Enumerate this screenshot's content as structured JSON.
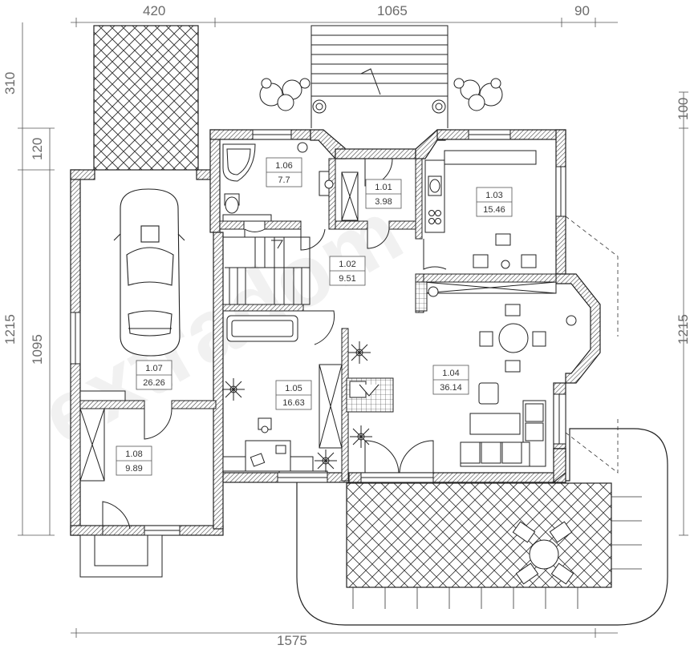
{
  "dimensions": {
    "top_left": "420",
    "top_middle": "1065",
    "top_right": "90",
    "left_upper": "310",
    "left_mid": "120",
    "left_outer": "1215",
    "left_inner": "1095",
    "right_top": "100",
    "right_main": "1215",
    "bottom": "1575"
  },
  "rooms": [
    {
      "id": "1.01",
      "area": "3.98"
    },
    {
      "id": "1.02",
      "area": "9.51"
    },
    {
      "id": "1.03",
      "area": "15.46"
    },
    {
      "id": "1.04",
      "area": "36.14"
    },
    {
      "id": "1.05",
      "area": "16.63"
    },
    {
      "id": "1.06",
      "area": "7.7"
    },
    {
      "id": "1.07",
      "area": "26.26"
    },
    {
      "id": "1.08",
      "area": "9.89"
    }
  ],
  "watermark": "extradom",
  "colors": {
    "line": "#222222",
    "dim": "#6b6b6b",
    "hatch": "#444444"
  }
}
